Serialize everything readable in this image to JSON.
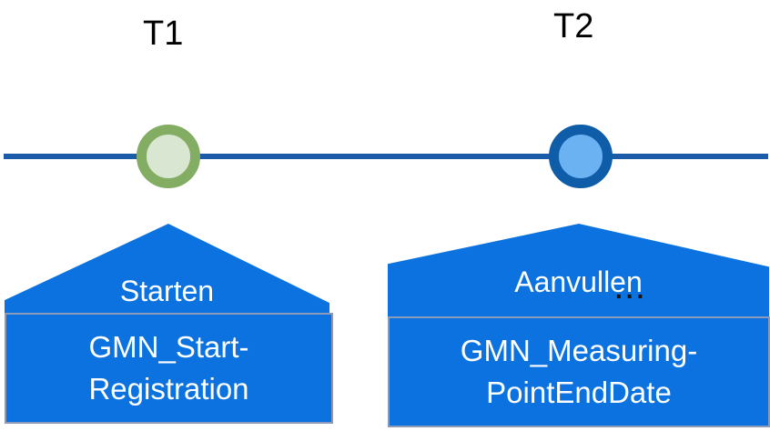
{
  "timeline": {
    "markers": [
      {
        "id": "t1",
        "label": "T1"
      },
      {
        "id": "t2",
        "label": "T2"
      }
    ]
  },
  "callouts": [
    {
      "title": "Starten",
      "lines": [
        "GMN_Start-",
        "Registration"
      ]
    },
    {
      "title": "Aanvullen",
      "ellipsis": "...",
      "lines": [
        "GMN_Measuring-",
        "PointEndDate"
      ]
    }
  ],
  "colors": {
    "timeline_blue": "#1a5ca8",
    "marker1_ring": "#82ad62",
    "marker1_fill": "#d9e7d2",
    "marker2_ring": "#0f5ca8",
    "marker2_fill": "#6ab2f2",
    "callout_blue": "#0b72e0",
    "box_border": "#8a9ab8"
  }
}
